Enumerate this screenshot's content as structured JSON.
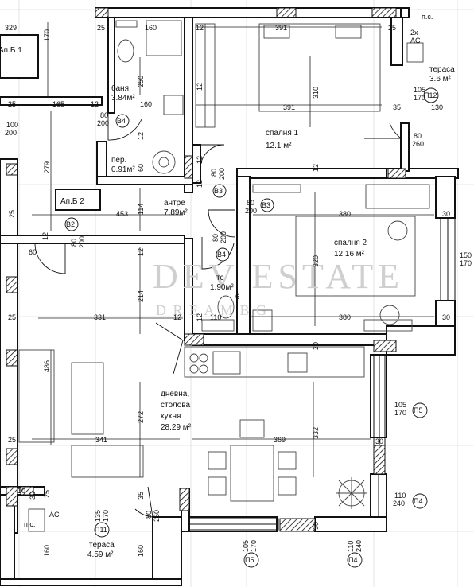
{
  "apartments": {
    "neighbour": "Ап.Б 1",
    "current": "Ап.Б 2"
  },
  "rooms": {
    "bath": {
      "name": "баня",
      "area": "3.84м²"
    },
    "storage": {
      "name": "пер.",
      "area": "0.91м²"
    },
    "hall": {
      "name": "антре",
      "area": "7.89м²"
    },
    "wc": {
      "name": "тс",
      "area": "1.90м²"
    },
    "bed1": {
      "name": "спалня 1",
      "area": "12.1 м²"
    },
    "bed2": {
      "name": "спалня 2",
      "area": "12.16 м²"
    },
    "living": {
      "line1": "дневна,",
      "line2": "столова",
      "line3": "кухня",
      "area": "28.29 м²"
    },
    "terrace_top": {
      "name": "тераса",
      "area": "3.6 м²"
    },
    "terrace_bottom": {
      "name": "тераса",
      "area": "4.59 м²"
    }
  },
  "doors": {
    "b2": "B2",
    "b3a": "B3",
    "b3b": "B3",
    "b4a": "B4",
    "b4b": "B4"
  },
  "openings": {
    "p11": "П11",
    "p12": "П12",
    "p4a": "П4",
    "p4b": "П4",
    "p5a": "П5",
    "p5b": "П5"
  },
  "equipment": {
    "ac_top": "2x",
    "ac_top2": "AC",
    "ps_top": "п.с.",
    "ac_bottom": "AC",
    "ps_bottom": "п.с."
  },
  "watermark": {
    "line1": "DEV ESTATE",
    "line2": "D R E A M   B G"
  },
  "dims": {
    "d329": "329",
    "d170a": "170",
    "d25a": "25",
    "d160a": "160",
    "d12a": "12",
    "d391a": "391",
    "d25b": "25",
    "d12b": "12",
    "d250": "250",
    "d310": "310",
    "d391b": "391",
    "d105a": "105",
    "d170b": "170",
    "d35a": "35",
    "d130": "130",
    "d25c": "25",
    "d165": "165",
    "d12c": "12",
    "d160b": "160",
    "d100": "100",
    "d200a": "200",
    "d80a": "80",
    "d200b": "200",
    "d12d": "12",
    "d12e": "12",
    "d80b": "80",
    "d260a": "260",
    "d279": "279",
    "d60a": "60",
    "d12f": "12",
    "d12g": "12",
    "d80c": "80",
    "d200c": "200",
    "d80d": "80",
    "d200d": "200",
    "d453": "453",
    "d114": "114",
    "d380": "380",
    "d30a": "30",
    "d25d": "25",
    "d12h": "12",
    "d80e": "80",
    "d200e": "200",
    "d80f": "80",
    "d200f": "200",
    "d320": "320",
    "d150": "150",
    "d170c": "170",
    "d60b": "60",
    "d12i": "12",
    "d6": "6",
    "d214": "214",
    "d25e": "25",
    "d331": "331",
    "d12j": "12",
    "d110": "110",
    "d380b": "380",
    "d30b": "30",
    "d486": "486",
    "d20": "20",
    "d272": "272",
    "d105b": "105",
    "d170d": "170",
    "d341": "341",
    "d369": "369",
    "d332": "332",
    "d30c": "30",
    "d25f": "25",
    "d110b": "110",
    "d240a": "240",
    "d25g": "25",
    "d30d": "30",
    "d35b": "35",
    "d135": "135",
    "d170e": "170",
    "d80g": "80",
    "d260b": "260",
    "d160c": "160",
    "d160d": "160",
    "d105c": "105",
    "d170f": "170",
    "d110c": "110",
    "d240b": "240",
    "d30e": "30",
    "d12k": "12",
    "d10": "10"
  }
}
